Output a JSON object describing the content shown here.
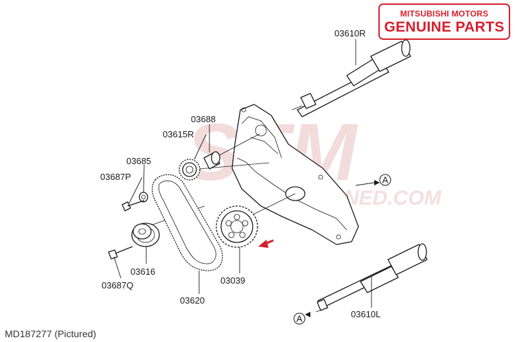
{
  "badge": {
    "line1": "MITSUBISHI MOTORS",
    "line2": "GENUINE PARTS",
    "color": "#d81e2c"
  },
  "watermark": {
    "main": "STM",
    "sub": "STMTUNED.COM",
    "color": "#f2d6d6"
  },
  "parts": {
    "p03610R": "03610R",
    "p03688": "03688",
    "p03615R": "03615R",
    "p03685": "03685",
    "p03687P": "03687P",
    "p03616": "03616",
    "p03687Q": "03687Q",
    "p03620": "03620",
    "p03039": "03039",
    "p03610L": "03610L"
  },
  "refs": {
    "a1": "A",
    "a2": "A"
  },
  "footer": {
    "code": "MD187277 (Pictured)"
  },
  "arrow_color": "#d81e2c"
}
